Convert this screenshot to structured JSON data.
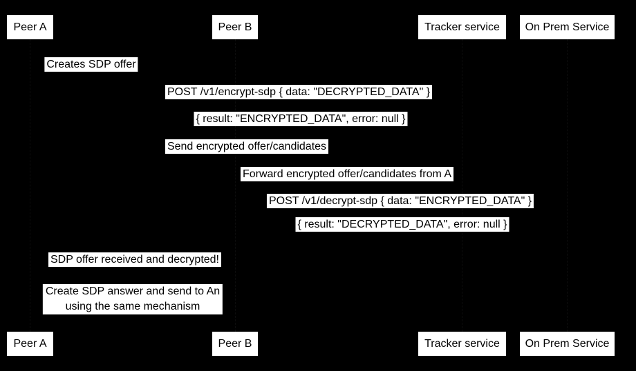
{
  "diagram": {
    "type": "sequence-diagram",
    "colors": {
      "background": "#000000",
      "label_background": "#ffffff",
      "label_text": "#000000"
    },
    "actors": [
      {
        "name": "Peer A"
      },
      {
        "name": "Peer B"
      },
      {
        "name": "Tracker service"
      },
      {
        "name": "On Prem Service"
      }
    ],
    "messages": [
      {
        "from": "Peer A",
        "to": "Peer A",
        "label": "Creates SDP offer"
      },
      {
        "from": "Peer A",
        "to": "On Prem Service",
        "label": "POST /v1/encrypt-sdp { data: \"DECRYPTED_DATA\" }"
      },
      {
        "from": "On Prem Service",
        "to": "Peer A",
        "label": "{ result: \"ENCRYPTED_DATA\", error: null }"
      },
      {
        "from": "Peer A",
        "to": "Tracker service",
        "label": "Send encrypted offer/candidates"
      },
      {
        "from": "Tracker service",
        "to": "Peer B",
        "label": "Forward encrypted offer/candidates from A"
      },
      {
        "from": "Peer B",
        "to": "On Prem Service",
        "label": "POST /v1/decrypt-sdp { data: \"ENCRYPTED_DATA\" }"
      },
      {
        "from": "On Prem Service",
        "to": "Peer B",
        "label": "{ result: \"DECRYPTED_DATA\", error: null }"
      },
      {
        "from": "Peer B",
        "to": "Peer A",
        "label": "SDP offer received and decrypted!"
      }
    ],
    "note": {
      "over": "Peer A, Peer B",
      "lines": [
        "Create SDP answer and send to An",
        "using the same mechanism"
      ]
    }
  }
}
